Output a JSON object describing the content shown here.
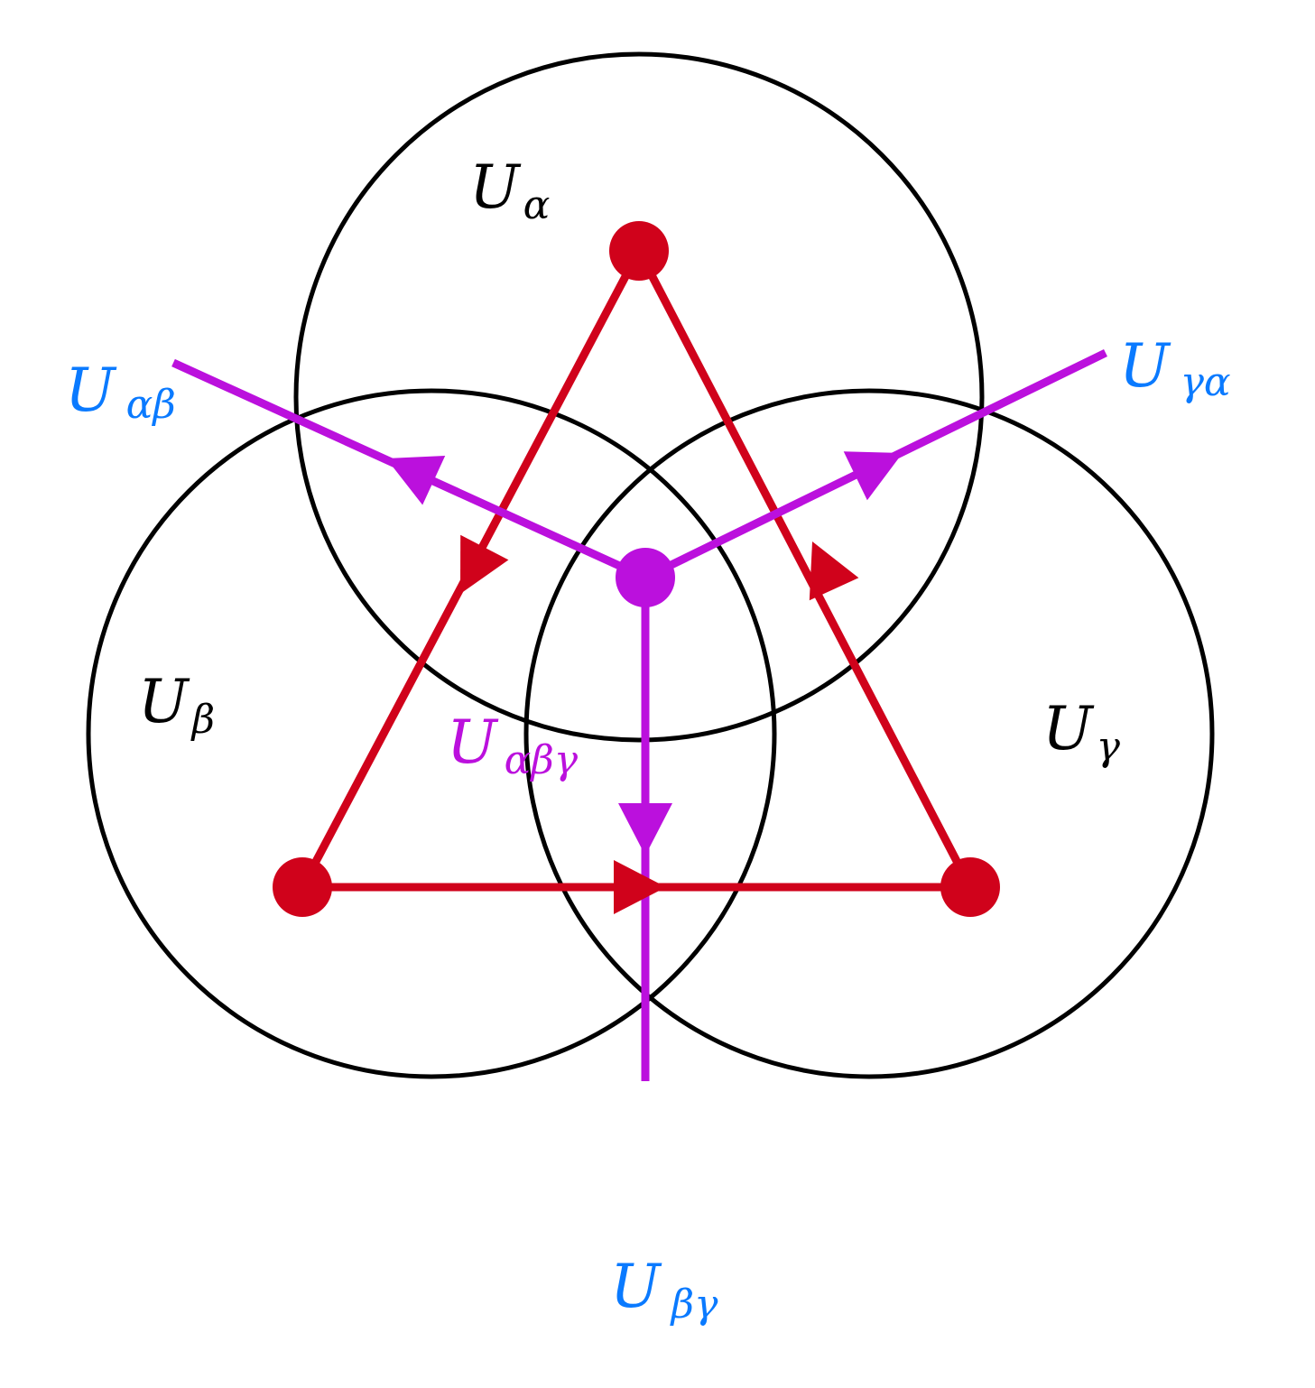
{
  "colors": {
    "circle": "#000000",
    "red": "#d0021b",
    "purple": "#bb10dd",
    "blue": "#0a7aff"
  },
  "labels": {
    "u_alpha": {
      "main": "U",
      "sub": "α"
    },
    "u_beta": {
      "main": "U",
      "sub": "β"
    },
    "u_gamma": {
      "main": "U",
      "sub": "γ"
    },
    "u_alpha_beta": {
      "main": "U",
      "sub": "αβ"
    },
    "u_gamma_alpha": {
      "main": "U",
      "sub": "γα"
    },
    "u_beta_gamma": {
      "main": "U",
      "sub": "βγ"
    },
    "u_alpha_beta_gamma": {
      "main": "U",
      "sub": "αβγ"
    }
  }
}
